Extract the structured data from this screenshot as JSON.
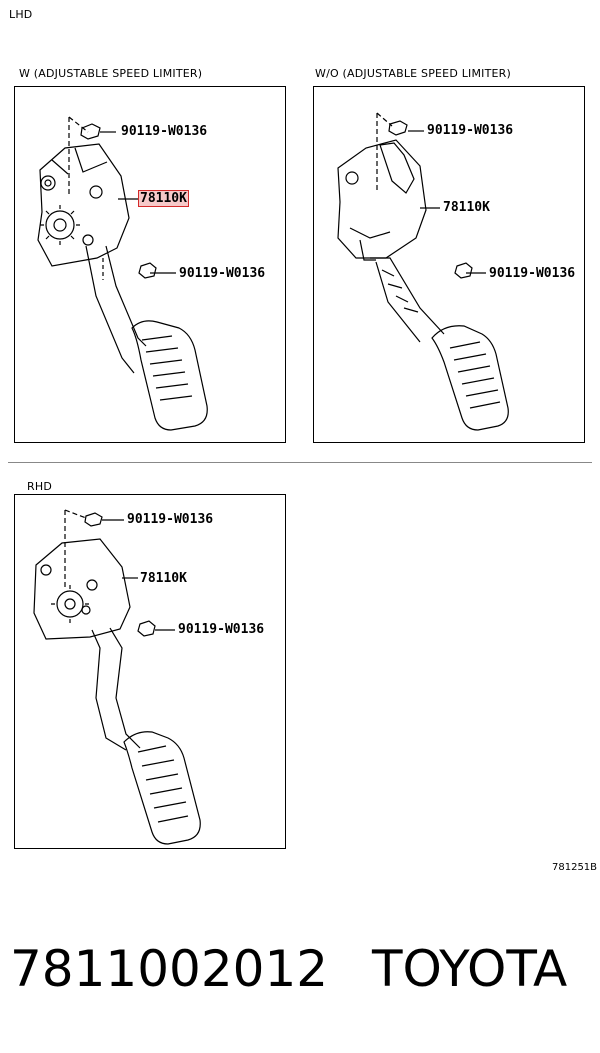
{
  "header": {
    "drive_label": "LHD"
  },
  "panels": [
    {
      "caption": "W (ADJUSTABLE SPEED LIMITER)",
      "callouts": {
        "bolt_top": "90119-W0136",
        "pedal": "78110K",
        "bolt_bottom": "90119-W0136"
      },
      "pedal_highlighted": true
    },
    {
      "caption": "W/O (ADJUSTABLE SPEED LIMITER)",
      "callouts": {
        "bolt_top": "90119-W0136",
        "pedal": "78110K",
        "bolt_bottom": "90119-W0136"
      },
      "pedal_highlighted": false
    }
  ],
  "rhd_section": {
    "drive_label": "RHD",
    "callouts": {
      "bolt_top": "90119-W0136",
      "pedal": "78110K",
      "bolt_bottom": "90119-W0136"
    }
  },
  "figure_code": "781251B",
  "footer": {
    "part_number": "7811002012",
    "brand": "TOYOTA"
  }
}
